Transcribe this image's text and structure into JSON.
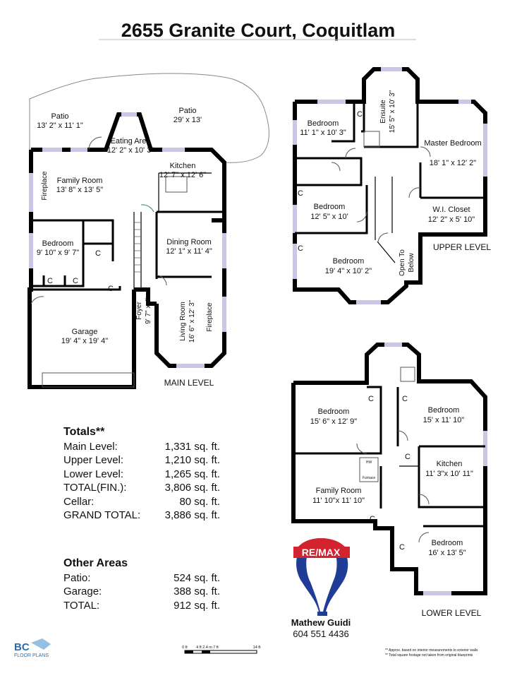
{
  "title": "2655 Granite Court, Coquitlam",
  "main_level": {
    "label": "MAIN LEVEL",
    "rooms": [
      {
        "name": "Patio",
        "dims": "13' 2\" x 11' 1\""
      },
      {
        "name": "Patio",
        "dims": "29' x 13'"
      },
      {
        "name": "Eating Area",
        "dims": "12' 2\" x 10' 3\""
      },
      {
        "name": "Kitchen",
        "dims": "12' 7\" x 12' 6\""
      },
      {
        "name": "Family Room",
        "dims": "13' 8\" x 13' 5\""
      },
      {
        "name": "Bedroom",
        "dims": "9' 10\" x 9' 7\""
      },
      {
        "name": "Dining Room",
        "dims": "12' 1\" x 11' 4\""
      },
      {
        "name": "Garage",
        "dims": "19' 4\" x 19' 4\""
      },
      {
        "name": "Foyer",
        "dims": "9' 7\" x 4'"
      },
      {
        "name": "Living Room",
        "dims": "16' 6\" x 12' 3\""
      }
    ],
    "fireplace_left": "Fireplace",
    "fireplace_right": "Fireplace"
  },
  "upper_level": {
    "label": "UPPER LEVEL",
    "rooms": [
      {
        "name": "Bedroom",
        "dims": "11' 1\" x 10' 3\""
      },
      {
        "name": "Ensuite",
        "dims": "15' 5\" x 10' 3\""
      },
      {
        "name": "Master Bedroom",
        "dims": "18' 1\" x 12' 2\""
      },
      {
        "name": "Bedroom",
        "dims": "12' 5\" x 10'"
      },
      {
        "name": "W.I. Closet",
        "dims": "12' 2\" x 5' 10\""
      },
      {
        "name": "Bedroom",
        "dims": "19' 4\" x 10' 2\""
      }
    ],
    "open_to": "Open To",
    "below": "Below"
  },
  "lower_level": {
    "label": "LOWER LEVEL",
    "rooms": [
      {
        "name": "Bedroom",
        "dims": "15' 6\" x 12' 9\""
      },
      {
        "name": "Bedroom",
        "dims": "15' x 11' 10\""
      },
      {
        "name": "Kitchen",
        "dims": "11' 3\"x 10' 11\""
      },
      {
        "name": "Family Room",
        "dims": "11' 10\"x 11' 10\""
      },
      {
        "name": "Bedroom",
        "dims": "16' x 13' 5\""
      }
    ],
    "furnace": "Furnace",
    "hw": "HW"
  },
  "closet_marker": "C",
  "totals": {
    "header": "Totals**",
    "rows": [
      {
        "label": "Main Level:",
        "value": "1,331 sq. ft."
      },
      {
        "label": "Upper Level:",
        "value": "1,210 sq. ft."
      },
      {
        "label": "Lower Level:",
        "value": "1,265 sq. ft."
      },
      {
        "label": "TOTAL(FIN.):",
        "value": "3,806 sq. ft."
      },
      {
        "label": "Cellar:",
        "value": "80 sq. ft."
      },
      {
        "label": "GRAND TOTAL:",
        "value": "3,886 sq. ft."
      }
    ]
  },
  "other_areas": {
    "header": "Other Areas",
    "rows": [
      {
        "label": "Patio:",
        "value": "524 sq. ft."
      },
      {
        "label": "Garage:",
        "value": "388 sq. ft."
      },
      {
        "label": "TOTAL:",
        "value": "912 sq. ft."
      }
    ]
  },
  "agent": {
    "name": "Mathew Guidi",
    "phone": "604 551 4436"
  },
  "brand": "RE/MAX",
  "logo": {
    "mark": "BC",
    "text": "FLOOR PLANS"
  },
  "scale": {
    "ticks": [
      "0 ft",
      "4 ft",
      "2.4 m",
      "7 ft",
      "14 ft"
    ]
  },
  "footnotes": [
    "** Approx. based on interior measurements to exterior walls",
    "** Total square footage not taken from original blueprints"
  ]
}
